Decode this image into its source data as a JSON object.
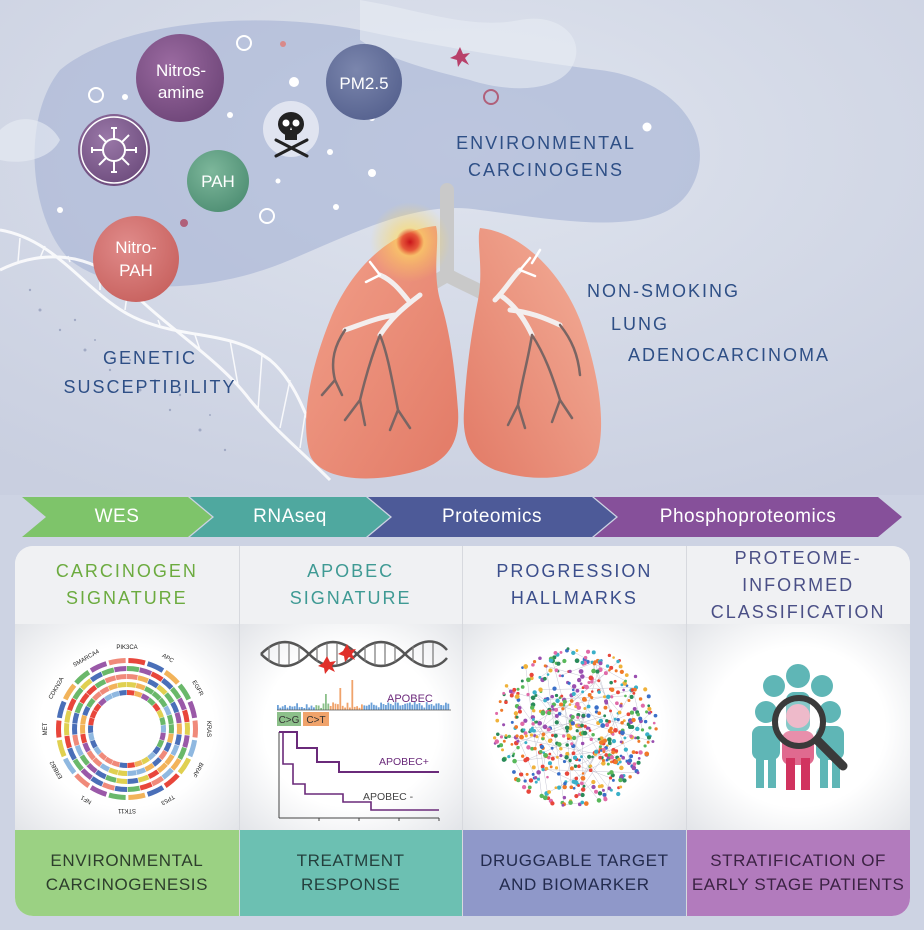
{
  "carcinogens": {
    "nitrosamine": "Nitros-\namine",
    "pm25": "PM2.5",
    "pah": "PAH",
    "nitro_pah": "Nitro-\nPAH"
  },
  "labels": {
    "environmental": "ENVIRONMENTAL\nCARCINOGENS",
    "genetic": "GENETIC\nSUSCEPTIBILITY",
    "nsla_line1": "NON-SMOKING",
    "nsla_line2": "LUNG",
    "nsla_line3": "ADENOCARCINOMA"
  },
  "pipeline": [
    {
      "label": "WES",
      "color": "#7ec46a"
    },
    {
      "label": "RNAseq",
      "color": "#4fa89f"
    },
    {
      "label": "Proteomics",
      "color": "#4d5a98"
    },
    {
      "label": "Phosphoproteomics",
      "color": "#86509a"
    }
  ],
  "columns": [
    {
      "title": "CARCINOGEN\nSIGNATURE",
      "title_color": "#6cab3f",
      "footer": "ENVIRONMENTAL\nCARCINOGENESIS",
      "footer_bg": "#9bd183",
      "footer_color": "#2d3e2c"
    },
    {
      "title": "APOBEC\nSIGNATURE",
      "title_color": "#3f9a94",
      "footer": "TREATMENT\nRESPONSE",
      "footer_bg": "#6cc0b2",
      "footer_color": "#24403d"
    },
    {
      "title": "PROGRESSION\nHALLMARKS",
      "title_color": "#3c4f8c",
      "footer": "DRUGGABLE TARGET\nAND BIOMARKER",
      "footer_bg": "#8f98c9",
      "footer_color": "#232b4e"
    },
    {
      "title": "PROTEOME-\nINFORMED\nCLASSIFICATION",
      "title_color": "#4a4f86",
      "footer": "STRATIFICATION OF\nEARLY STAGE PATIENTS",
      "footer_bg": "#b27bbd",
      "footer_color": "#3b2243"
    }
  ],
  "circos": {
    "gene_labels": [
      "PIK3CA",
      "APC",
      "EGFR",
      "KRAS",
      "BRAF",
      "TP53",
      "STK11",
      "NF1",
      "ERBB2",
      "MET",
      "CDKN2A",
      "SMARCA4"
    ]
  },
  "apobec": {
    "spectrum_label": "APOBEC",
    "mut_cg": "C>G",
    "mut_ct": "C>T",
    "pos_label": "APOBEC+",
    "neg_label": "APOBEC -"
  },
  "colors": {
    "background": "#cdd3e3",
    "lung": "#e98872",
    "label_blue": "#2e4f86"
  }
}
